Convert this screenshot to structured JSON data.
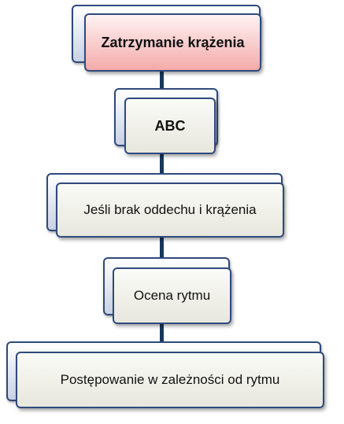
{
  "diagram": {
    "steps": [
      {
        "label": "Zatrzymanie krążenia"
      },
      {
        "label": "ABC"
      },
      {
        "label": "Jeśli brak oddechu i krążenia"
      },
      {
        "label": "Ocena rytmu"
      },
      {
        "label": "Postępowanie w zależności od rytmu"
      }
    ]
  },
  "colors": {
    "connector": "#17375e",
    "border": "#2f4a7c",
    "first_step_fill": "#f4aaaa",
    "step_fill": "#ecece4",
    "shadow_fill": "#c9d2e4"
  }
}
